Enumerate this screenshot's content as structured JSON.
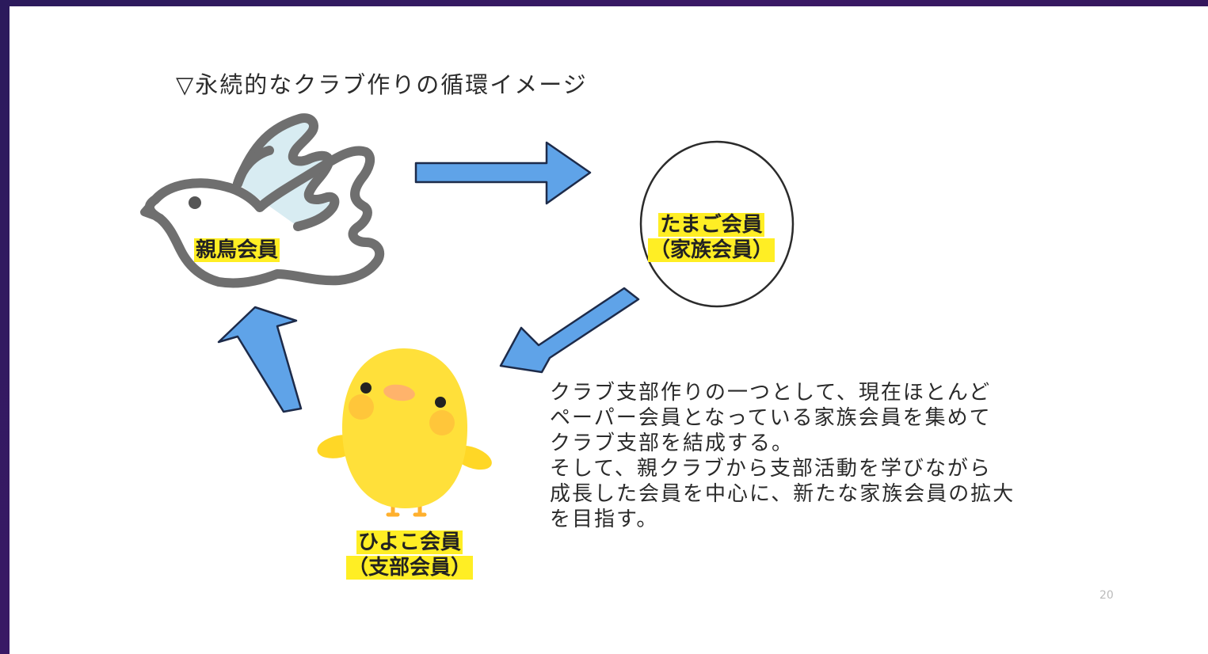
{
  "title": "▽永続的なクラブ作りの循環イメージ",
  "nodes": {
    "parent": {
      "line1": "親鳥会員"
    },
    "egg": {
      "line1": "たまご会員",
      "line2": "（家族会員）"
    },
    "chick": {
      "line1": "ひよこ会員",
      "line2": "（支部会員）"
    }
  },
  "description": [
    "クラブ支部作りの一つとして、現在ほとんど",
    "ペーパー会員となっている家族会員を集めて",
    "クラブ支部を結成する。",
    "そして、親クラブから支部活動を学びながら",
    "成長した会員を中心に、新たな家族会員の拡大",
    "を目指す。"
  ],
  "page_mark": "20",
  "colors": {
    "arrow_fill": "#5fa3e8",
    "arrow_stroke": "#1d2b4a",
    "highlight": "#ffee24",
    "chick_body": "#ffe03a",
    "chick_cheek": "#ffc63a",
    "chick_beak": "#ffb36b",
    "bird_outline": "#6f6f6f",
    "wing_fill": "#d8ecf2"
  },
  "icons": [
    "bird-icon",
    "egg-icon",
    "chick-icon"
  ]
}
